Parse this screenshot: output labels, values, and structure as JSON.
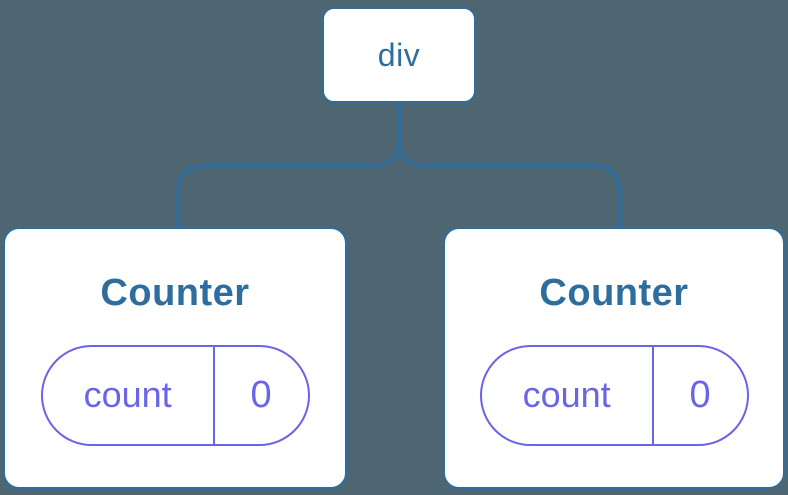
{
  "colors": {
    "background": "#4d6672",
    "node": "#2d6e9f",
    "node_fill": "#ffffff",
    "state": "#6a64e8"
  },
  "tree": {
    "root": {
      "label": "div"
    },
    "children": [
      {
        "title": "Counter",
        "state": {
          "key": "count",
          "value": "0"
        }
      },
      {
        "title": "Counter",
        "state": {
          "key": "count",
          "value": "0"
        }
      }
    ]
  }
}
